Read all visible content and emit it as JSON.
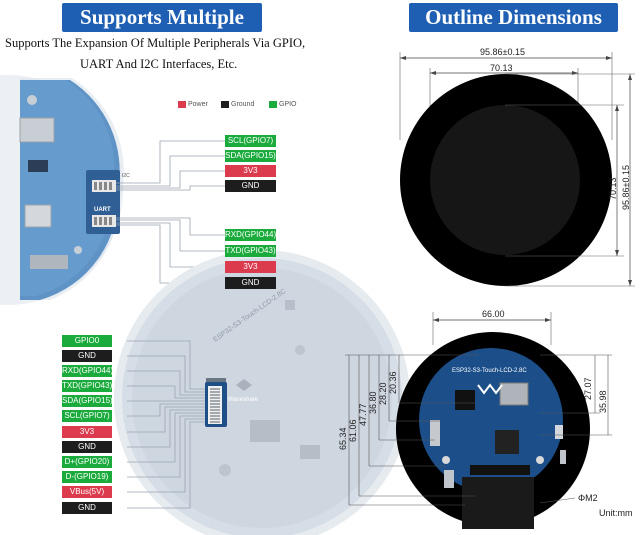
{
  "left_panel": {
    "banner": "Supports Multiple",
    "subtitle_line1": "Supports The Expansion Of Multiple Peripherals Via GPIO,",
    "subtitle_line2": "UART And I2C Interfaces, Etc.",
    "legend": {
      "power": "Power",
      "ground": "Ground",
      "gpio": "GPIO",
      "colors": {
        "power": "#dc3a4d",
        "ground": "#1d1d1d",
        "gpio": "#1aab3c"
      }
    },
    "i2c_connector_label": "I2C",
    "uart_connector_label": "UART",
    "board_text": "ESP32-S3-Touch-LCD-2.8C",
    "brand": "Waveshare",
    "i2c_pins": [
      "SCL(GPIO7)",
      "SDA(GPIO15)",
      "3V3",
      "GND"
    ],
    "uart_pins": [
      "RXD(GPIO44)",
      "TXD(GPIO43)",
      "3V3",
      "GND"
    ],
    "header_pins": [
      "GPIO0",
      "GND",
      "RXD(GPIO44)",
      "TXD(GPIO43)",
      "SDA(GPIO15)",
      "SCL(GPIO7)",
      "3V3",
      "GND",
      "D+(GPIO20)",
      "D-(GPIO19)",
      "VBus(5V)",
      "GND"
    ],
    "header_pin_types": [
      "gpio",
      "ground",
      "gpio",
      "gpio",
      "gpio",
      "gpio",
      "power",
      "ground",
      "gpio",
      "gpio",
      "power",
      "ground"
    ]
  },
  "right_panel": {
    "banner": "Outline Dimensions",
    "top_view": {
      "outer_width": "95.86±0.15",
      "inner_width": "70.13",
      "inner_height": "70.13",
      "outer_height": "95.86±0.15"
    },
    "bottom_view": {
      "board_width": "66.00",
      "vertical_left": [
        "65.34",
        "61.06",
        "47.77",
        "36.80",
        "28.20",
        "20.36"
      ],
      "vertical_right": [
        "27.07",
        "35.98"
      ],
      "hole": "ΦM2",
      "unit": "Unit:mm"
    }
  }
}
